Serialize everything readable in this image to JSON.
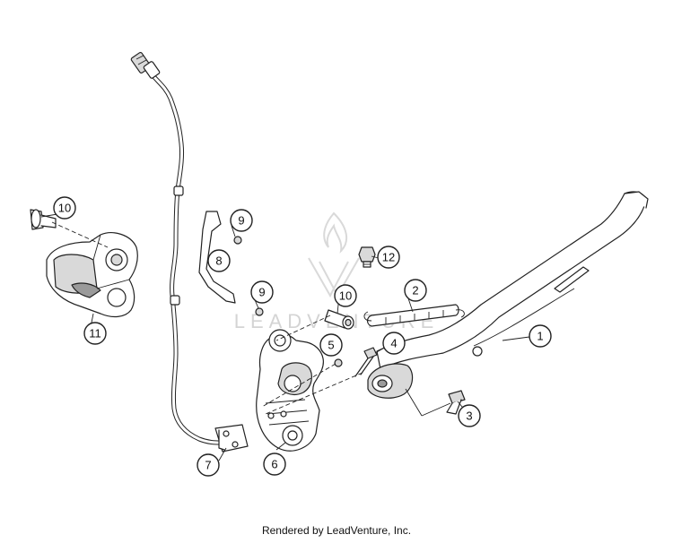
{
  "diagram": {
    "callouts": [
      {
        "id": "c1",
        "label": "1"
      },
      {
        "id": "c2",
        "label": "2"
      },
      {
        "id": "c3",
        "label": "3"
      },
      {
        "id": "c4",
        "label": "4"
      },
      {
        "id": "c5",
        "label": "5"
      },
      {
        "id": "c6",
        "label": "6"
      },
      {
        "id": "c7",
        "label": "7"
      },
      {
        "id": "c8",
        "label": "8"
      },
      {
        "id": "c9a",
        "label": "9"
      },
      {
        "id": "c9b",
        "label": "9"
      },
      {
        "id": "c10a",
        "label": "10"
      },
      {
        "id": "c10b",
        "label": "10"
      },
      {
        "id": "c11",
        "label": "11"
      },
      {
        "id": "c12",
        "label": "12"
      }
    ]
  },
  "watermark": {
    "text": "LEADVENTURE"
  },
  "footer": {
    "text": "Rendered by LeadVenture, Inc."
  }
}
